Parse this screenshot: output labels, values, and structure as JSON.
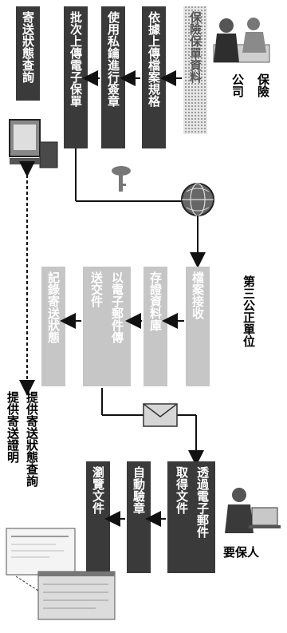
{
  "colors": {
    "box_dark": "#3a3a3a",
    "box_mid": "#7d7d7d",
    "box_light": "#c6c6c6",
    "text_light": "#ffffff",
    "line": "#111111"
  },
  "top_row": {
    "b1": "寄送狀態查詢",
    "b2": "批次上傳電子保單",
    "b3": "使用私鑰進行簽章",
    "b4": "依據上傳檔案規格",
    "b5": "保險保單資料"
  },
  "top_actor": {
    "line1": "保險",
    "line2": "公司"
  },
  "middle_row": {
    "b1": "記錄寄送狀態",
    "b2": "送交件",
    "b3": "以電子郵件傳",
    "b4": "存證資料庫",
    "b5": "檔案接收"
  },
  "middle_actor": "第三公正單位",
  "side_note": {
    "line1": "提供寄送狀態查詢",
    "line2": "提供寄送證明"
  },
  "bottom_row": {
    "b1": "瀏覽文件",
    "b2": "自動驗章",
    "b3a": "透過電子郵件",
    "b3b": "取得文件"
  },
  "bottom_actor": "要保人",
  "icons": [
    "computer-icon",
    "key-icon",
    "globe-icon",
    "envelope-icon",
    "document-icon",
    "business-people-icon",
    "person-at-laptop-icon"
  ]
}
